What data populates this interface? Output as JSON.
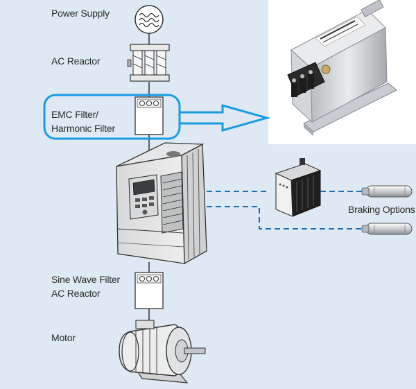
{
  "labels": {
    "power_supply": "Power Supply",
    "ac_reactor": "AC Reactor",
    "emc_line1": "EMC Filter/",
    "emc_line2": "Harmonic Filter",
    "sine_line1": "Sine Wave Filter",
    "sine_line2": "AC Reactor",
    "motor": "Motor",
    "braking": "Braking Options"
  },
  "colors": {
    "background": "#dfe9f3",
    "highlight": "#1a9be0",
    "dashed_link": "#1f6fb0",
    "wire": "#333333"
  }
}
